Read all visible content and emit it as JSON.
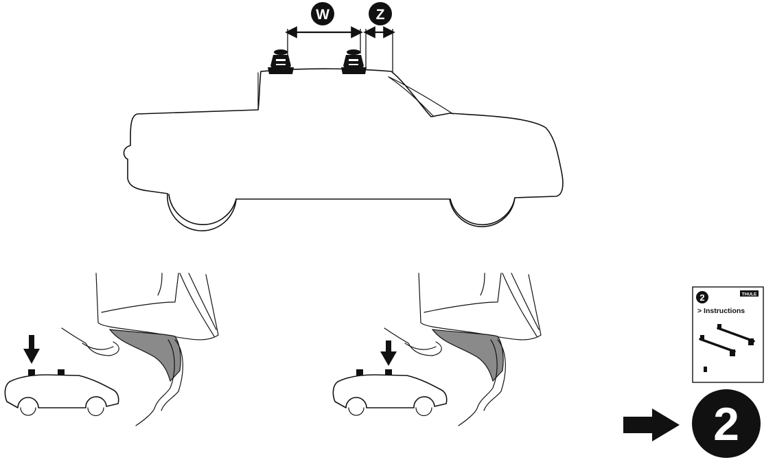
{
  "top_diagram": {
    "measure_w_label": "W",
    "measure_z_label": "Z"
  },
  "booklet": {
    "step_number": "2",
    "brand": "THULE",
    "title": "> Instructions"
  },
  "next_step": {
    "number": "2"
  },
  "colors": {
    "ink": "#111111",
    "paper": "#ffffff",
    "fill_gray": "#8a8a8a"
  },
  "icons": [
    "arrow-right-icon",
    "arrow-down-icon",
    "roof-foot-icon"
  ]
}
